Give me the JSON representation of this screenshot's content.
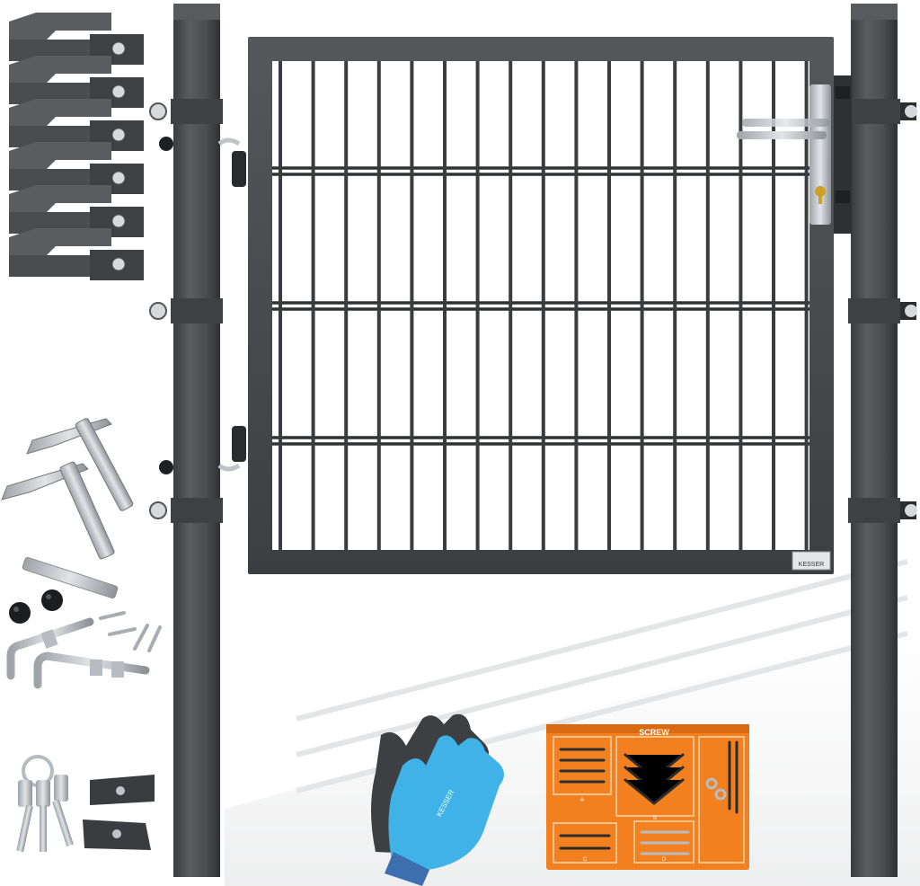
{
  "product": {
    "brand_plate": "KESSER",
    "screw_box_title": "SCREW",
    "screw_box_compartments": [
      "A",
      "B",
      "C",
      "D"
    ],
    "glove_print": "KESSER"
  },
  "colors": {
    "background": "#ffffff",
    "anthracite": "#4a4c4f",
    "anthracite_dark": "#2f3133",
    "anthracite_light": "#6a6c70",
    "steel": "#c9cdd1",
    "steel_dark": "#8d9297",
    "brass": "#c9a227",
    "glove_blue": "#3fb3e8",
    "glove_grey": "#3d3f42",
    "screw_box_orange": "#f2801f"
  },
  "icons": {
    "post_clamp": "post-clamp-icon",
    "door_handle": "door-handle-icon",
    "lock_cylinder": "lock-cylinder-icon",
    "hinge_bolt": "hinge-bolt-icon",
    "key": "key-icon",
    "glove": "glove-icon",
    "screw_box": "screw-box-icon"
  }
}
